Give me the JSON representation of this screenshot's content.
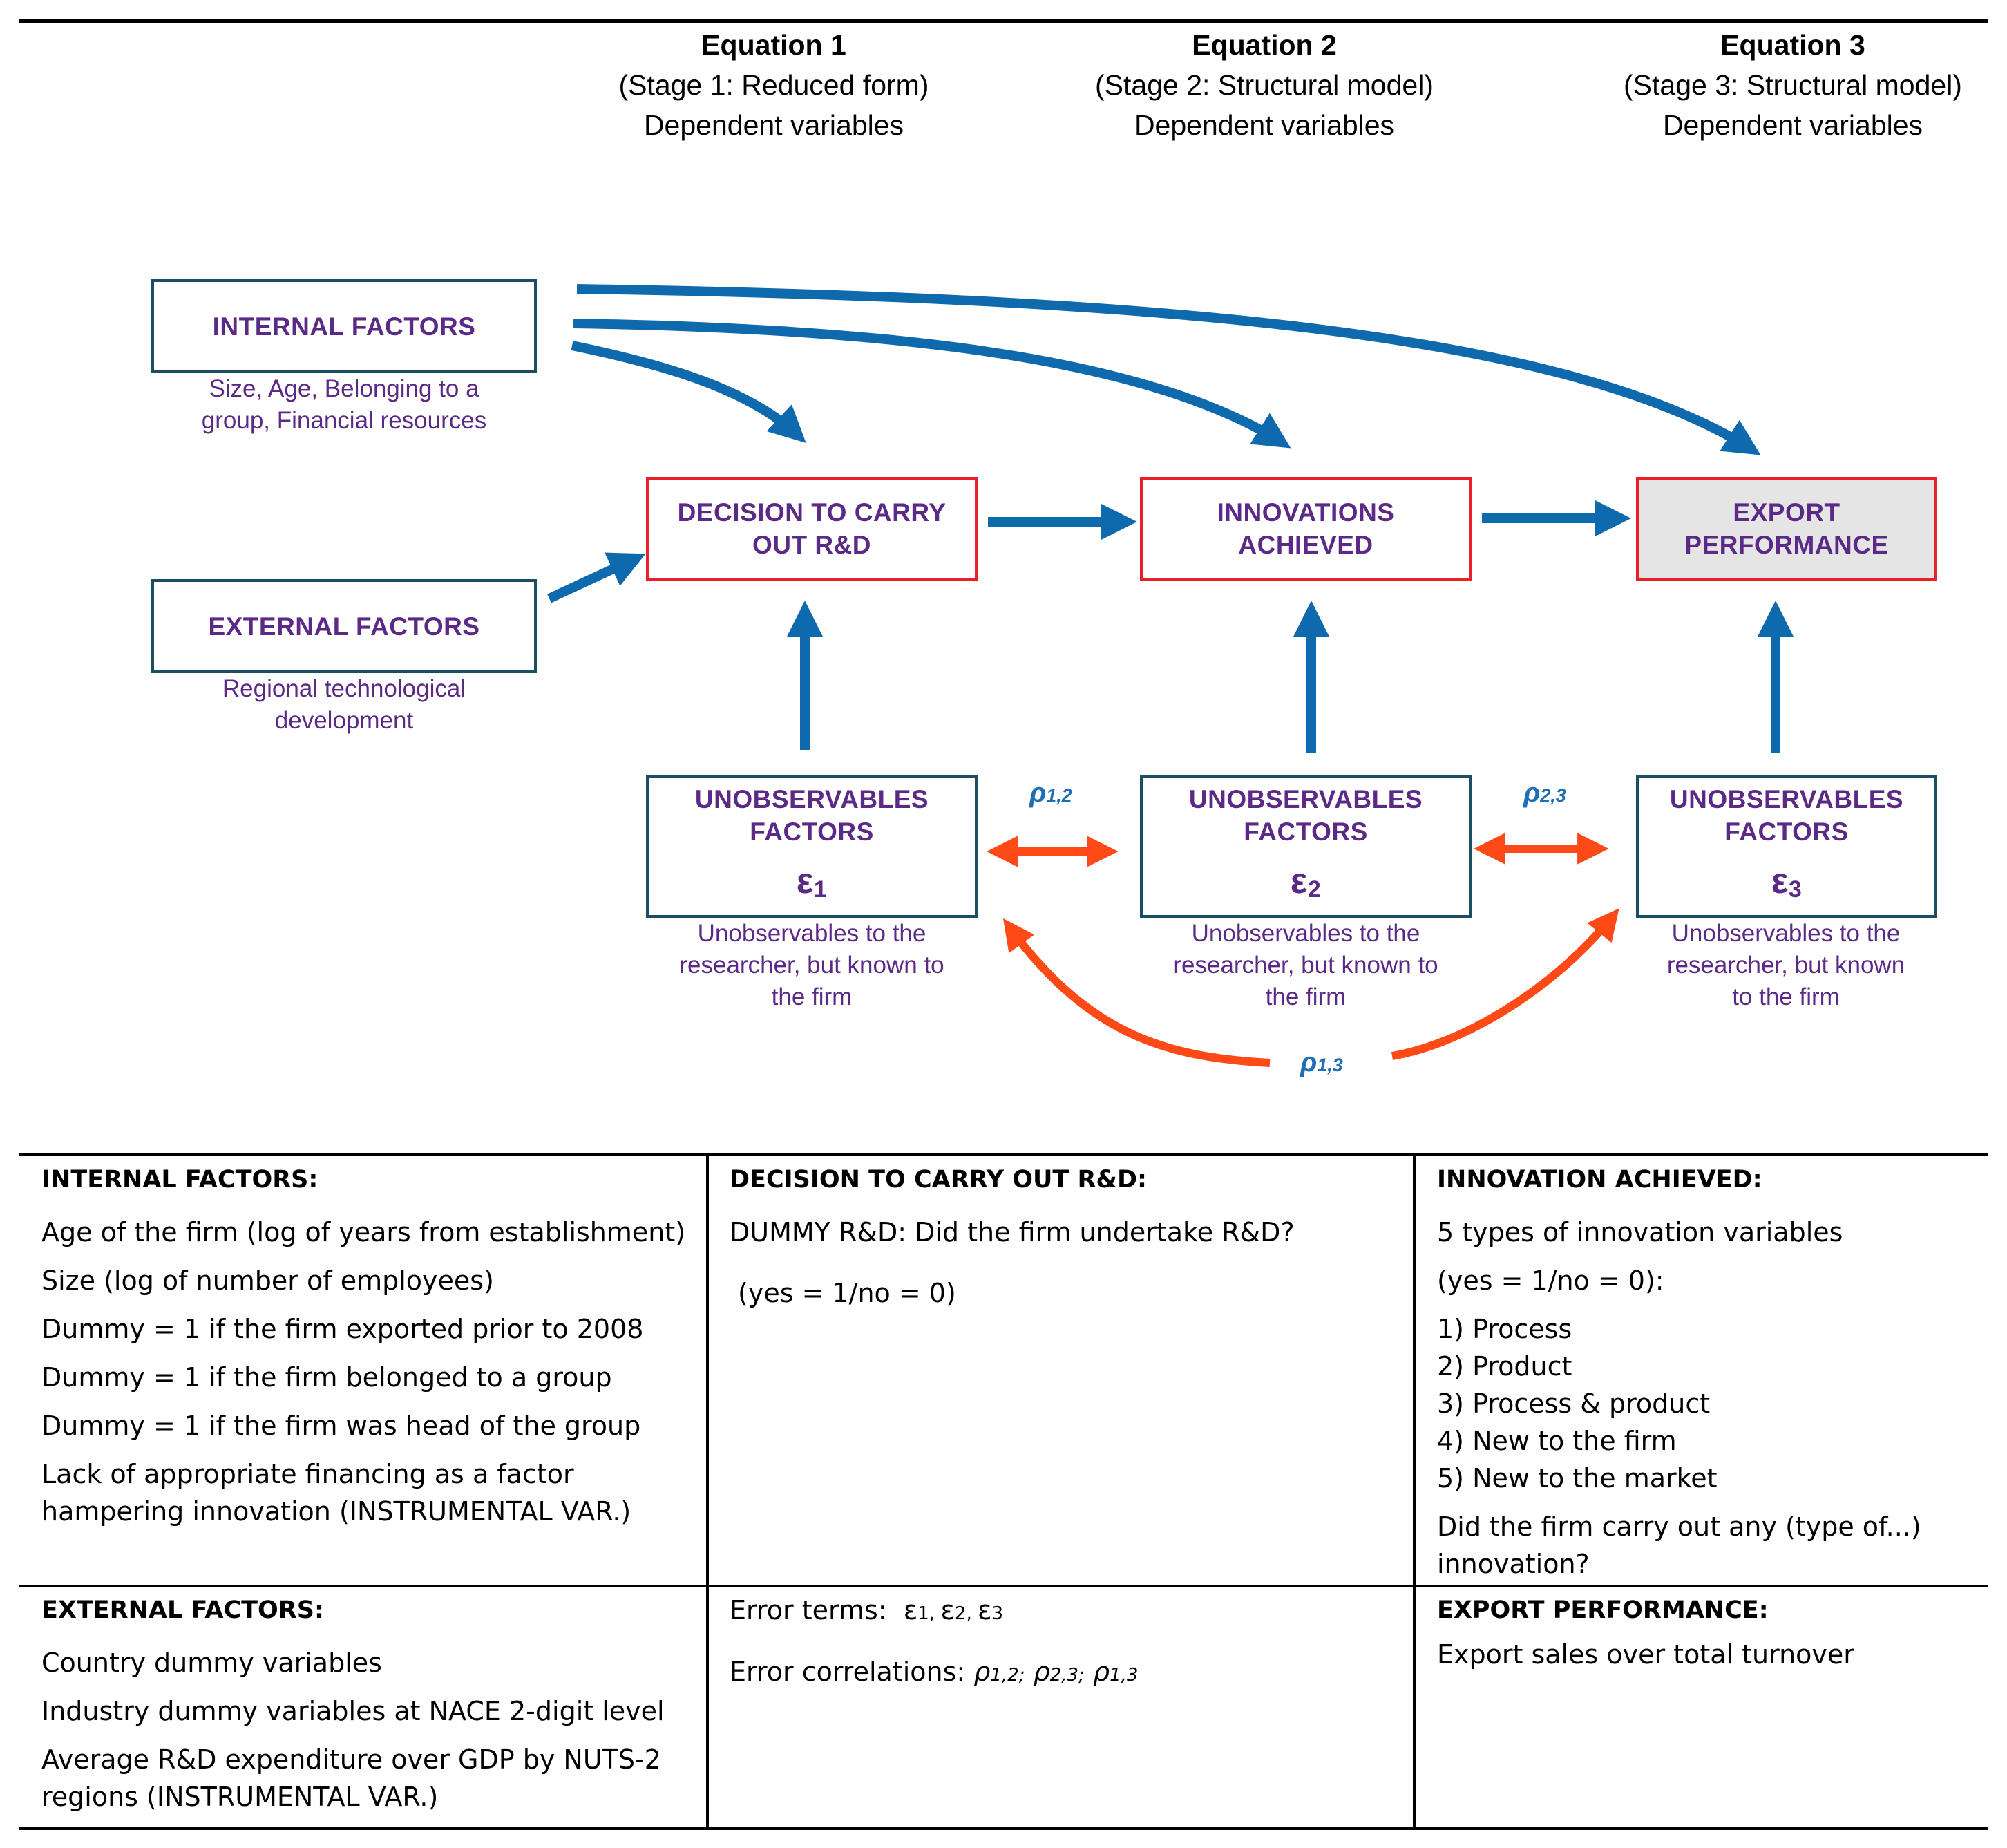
{
  "header": {
    "eq1": {
      "title": "Equation 1",
      "stage": "(Stage 1: Reduced form)",
      "dep": "Dependent variables"
    },
    "eq2": {
      "title": "Equation 2",
      "stage": "(Stage 2: Structural model)",
      "dep": "Dependent variables"
    },
    "eq3": {
      "title": "Equation 3",
      "stage": "(Stage 3: Structural model)",
      "dep": "Dependent variables"
    }
  },
  "diagram": {
    "internal": {
      "label": "INTERNAL FACTORS",
      "note1": "Size, Age, Belonging to a",
      "note2": "group, Financial resources"
    },
    "external": {
      "label": "EXTERNAL FACTORS",
      "note1": "Regional technological",
      "note2": "development"
    },
    "decision": {
      "line1": "DECISION TO CARRY",
      "line2": "OUT R&D"
    },
    "innovations": {
      "line1": "INNOVATIONS",
      "line2": "ACHIEVED"
    },
    "export": {
      "line1": "EXPORT",
      "line2": "PERFORMANCE"
    },
    "unobs": {
      "line1": "UNOBSERVABLES",
      "line2": "FACTORS",
      "eps": "ε",
      "note1": "Unobservables to the",
      "note2a": "researcher, but known to",
      "note3a": "the firm",
      "note2b": "researcher, but known",
      "note3b": "to the firm"
    },
    "eps_subs": [
      "1",
      "2",
      "3"
    ],
    "rho": {
      "sym": "ρ",
      "s12": "1,2",
      "s23": "2,3",
      "s13": "1,3"
    },
    "colors": {
      "blue_arrow": "#0e6aad",
      "red_arrow": "#ff4a17",
      "label_purple": "#5b2a86",
      "rho_blue": "#1f6fb5"
    }
  },
  "table": {
    "internal": {
      "head": "INTERNAL FACTORS:",
      "lines": [
        "Age of the firm (log of years from establishment)",
        "Size (log of number of employees)",
        "Dummy = 1 if the firm exported prior to 2008",
        "Dummy = 1 if the firm belonged to a group",
        "Dummy = 1 if the firm was head of the group",
        "Lack of appropriate financing as a factor",
        "hampering innovation (INSTRUMENTAL VAR.)"
      ]
    },
    "decision": {
      "head": "DECISION TO CARRY OUT R&D:",
      "line1": "DUMMY R&D: Did the firm undertake R&D?",
      "line2": "(yes = 1/no = 0)"
    },
    "innovation": {
      "head": "INNOVATION ACHIEVED:",
      "lines": [
        "5 types of innovation variables",
        "(yes = 1/no = 0):",
        "1) Process",
        "2) Product",
        "3) Process & product",
        "4) New to the firm",
        "5) New to the market",
        "Did the firm carry out any (type of...)",
        "innovation?"
      ]
    },
    "external": {
      "head": "EXTERNAL FACTORS:",
      "lines": [
        "Country dummy variables",
        "Industry dummy variables at NACE 2-digit level",
        "Average R&D expenditure over GDP by NUTS-2",
        "regions (INSTRUMENTAL VAR.)"
      ]
    },
    "errors": {
      "terms_label": "Error terms:",
      "eps": "ε",
      "corr_label": "Error correlations:",
      "rho": "ρ",
      "subs": [
        "1,2;",
        "2,3;",
        "1,3"
      ]
    },
    "export": {
      "head": "EXPORT PERFORMANCE:",
      "line1": "Export sales over total turnover"
    }
  }
}
